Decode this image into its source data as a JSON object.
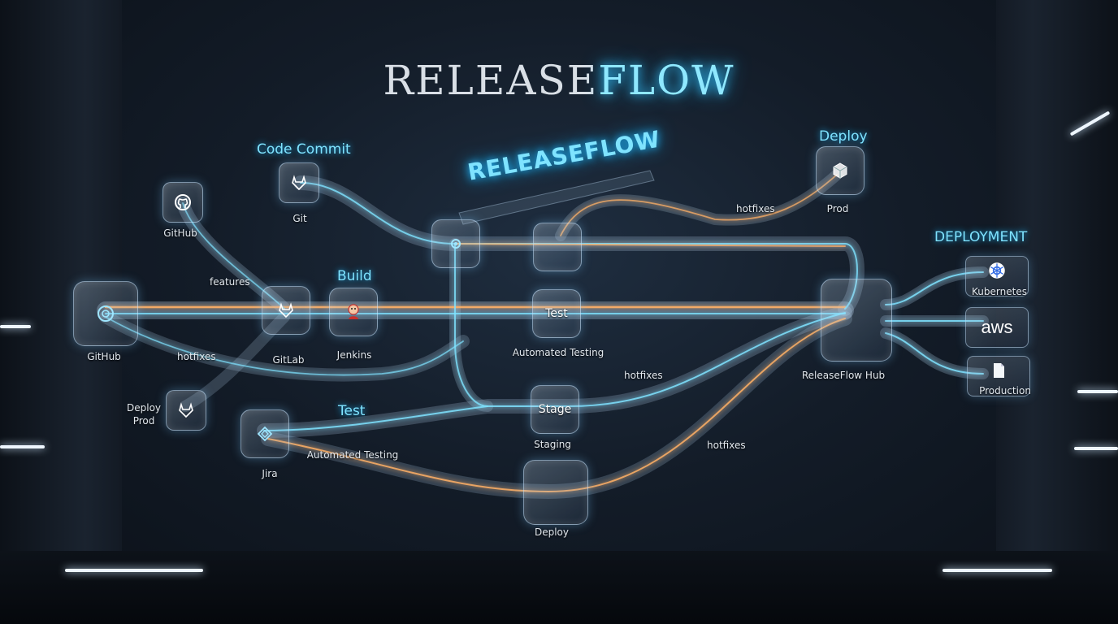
{
  "title": {
    "part1": "RELEASE",
    "part2": "FLOW"
  },
  "sign": "RELEASEFLOW",
  "stages": {
    "code_commit": "Code Commit",
    "build": "Build",
    "test": "Test",
    "deploy": "Deploy",
    "deployment": "DEPLOYMENT"
  },
  "labels": {
    "github_top": "GitHub",
    "github_left": "GitHub",
    "git": "Git",
    "features": "features",
    "hotfixes_left": "hotfixes",
    "gitlab": "GitLab",
    "jenkins": "Jenkins",
    "deploy_prod": "Deploy\nProd",
    "jira": "Jira",
    "automated_testing_bottom": "Automated Testing",
    "automated_testing_mid": "Automated Testing",
    "hotfixes_top": "hotfixes",
    "prod": "Prod",
    "hotfixes_mid": "hotfixes",
    "hotfixes_low": "hotfixes",
    "staging": "Staging",
    "deploy_bottom": "Deploy",
    "hub": "ReleaseFlow Hub",
    "kubernetes": "Kubernetes",
    "production": "Production"
  },
  "node_text": {
    "test": "Test",
    "stage": "Stage",
    "aws": "aws"
  },
  "icons": {
    "github": "github-icon",
    "gitlab": "gitlab-icon",
    "jenkins": "jenkins-icon",
    "jira": "jira-icon",
    "cube": "cube-icon",
    "kubernetes": "kubernetes-icon",
    "document": "document-icon"
  },
  "colors": {
    "accent_cyan": "#7fe3ff",
    "accent_orange": "#ffb066",
    "background": "#131c28"
  }
}
